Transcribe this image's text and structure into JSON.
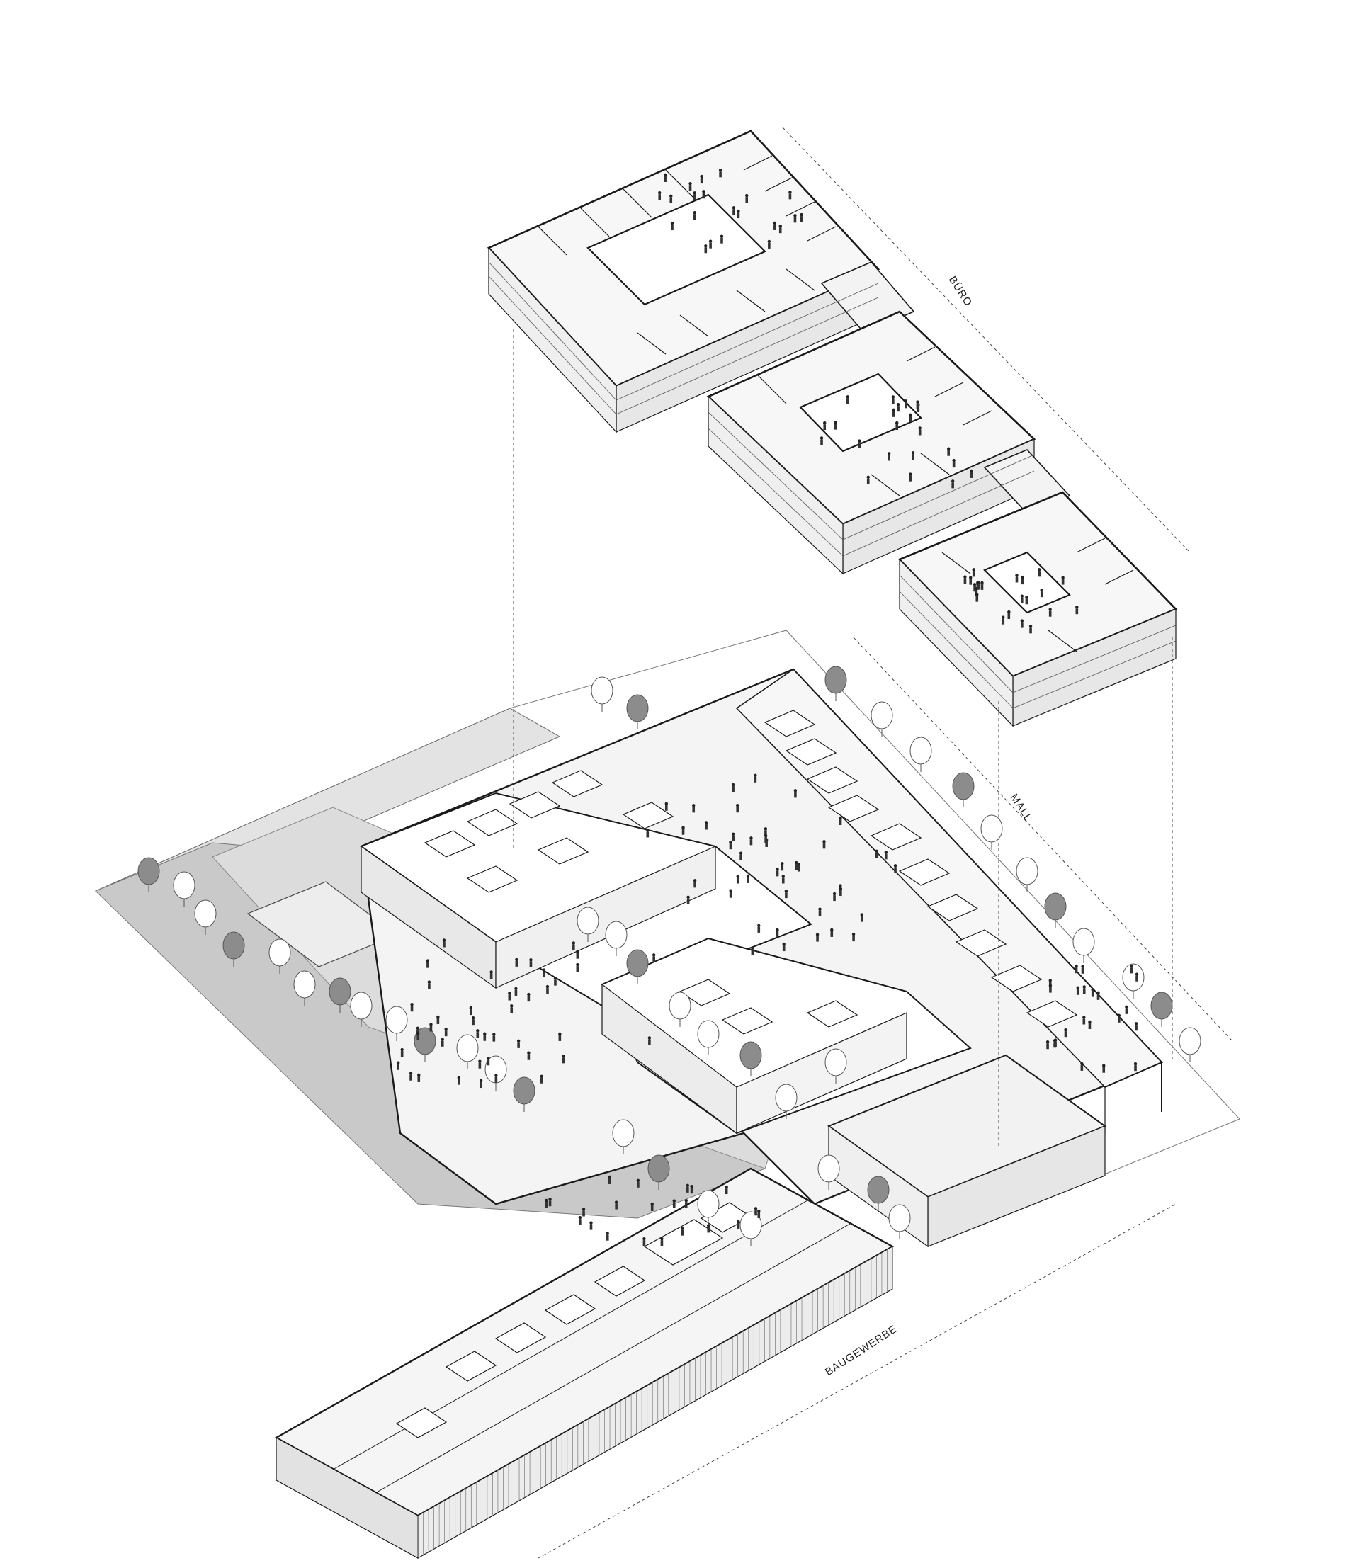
{
  "labels": {
    "office": "BÜRO",
    "mall": "MALL",
    "construction": "BAUGEWERBE"
  },
  "colors": {
    "line": "#1a1a1a",
    "thin": "#555555",
    "ground": "#d9d9d9",
    "paving": "#bdbdbd",
    "courtyard": "#ececec",
    "tree": "#a6a6a6",
    "pond": "#9a9a9a"
  }
}
